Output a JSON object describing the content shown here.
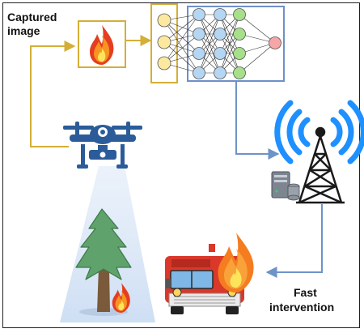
{
  "labels": {
    "captured_line1": "Captured",
    "captured_line2": "image",
    "fast_line1": "Fast",
    "fast_line2": "intervention"
  },
  "colors": {
    "gold": "#D4AF37",
    "blue_frame": "#6F8FC8",
    "arrow_blue": "#6E93C9",
    "drone": "#2B5C99",
    "signal": "#1E90FF",
    "tree": "#5FA26B",
    "trunk": "#7A5A3A",
    "truck_red": "#D9382A",
    "flame_orange": "#F57C1F",
    "neuron_yellow": "#FDE8A0",
    "neuron_blue": "#B5D6F2",
    "neuron_green": "#A8DF8A",
    "neuron_output": "#F6A6A6"
  },
  "icons": [
    "fire-icon",
    "drone-icon",
    "tree-icon",
    "antenna-tower-icon",
    "server-icon",
    "fire-truck-icon",
    "neural-network-icon"
  ]
}
